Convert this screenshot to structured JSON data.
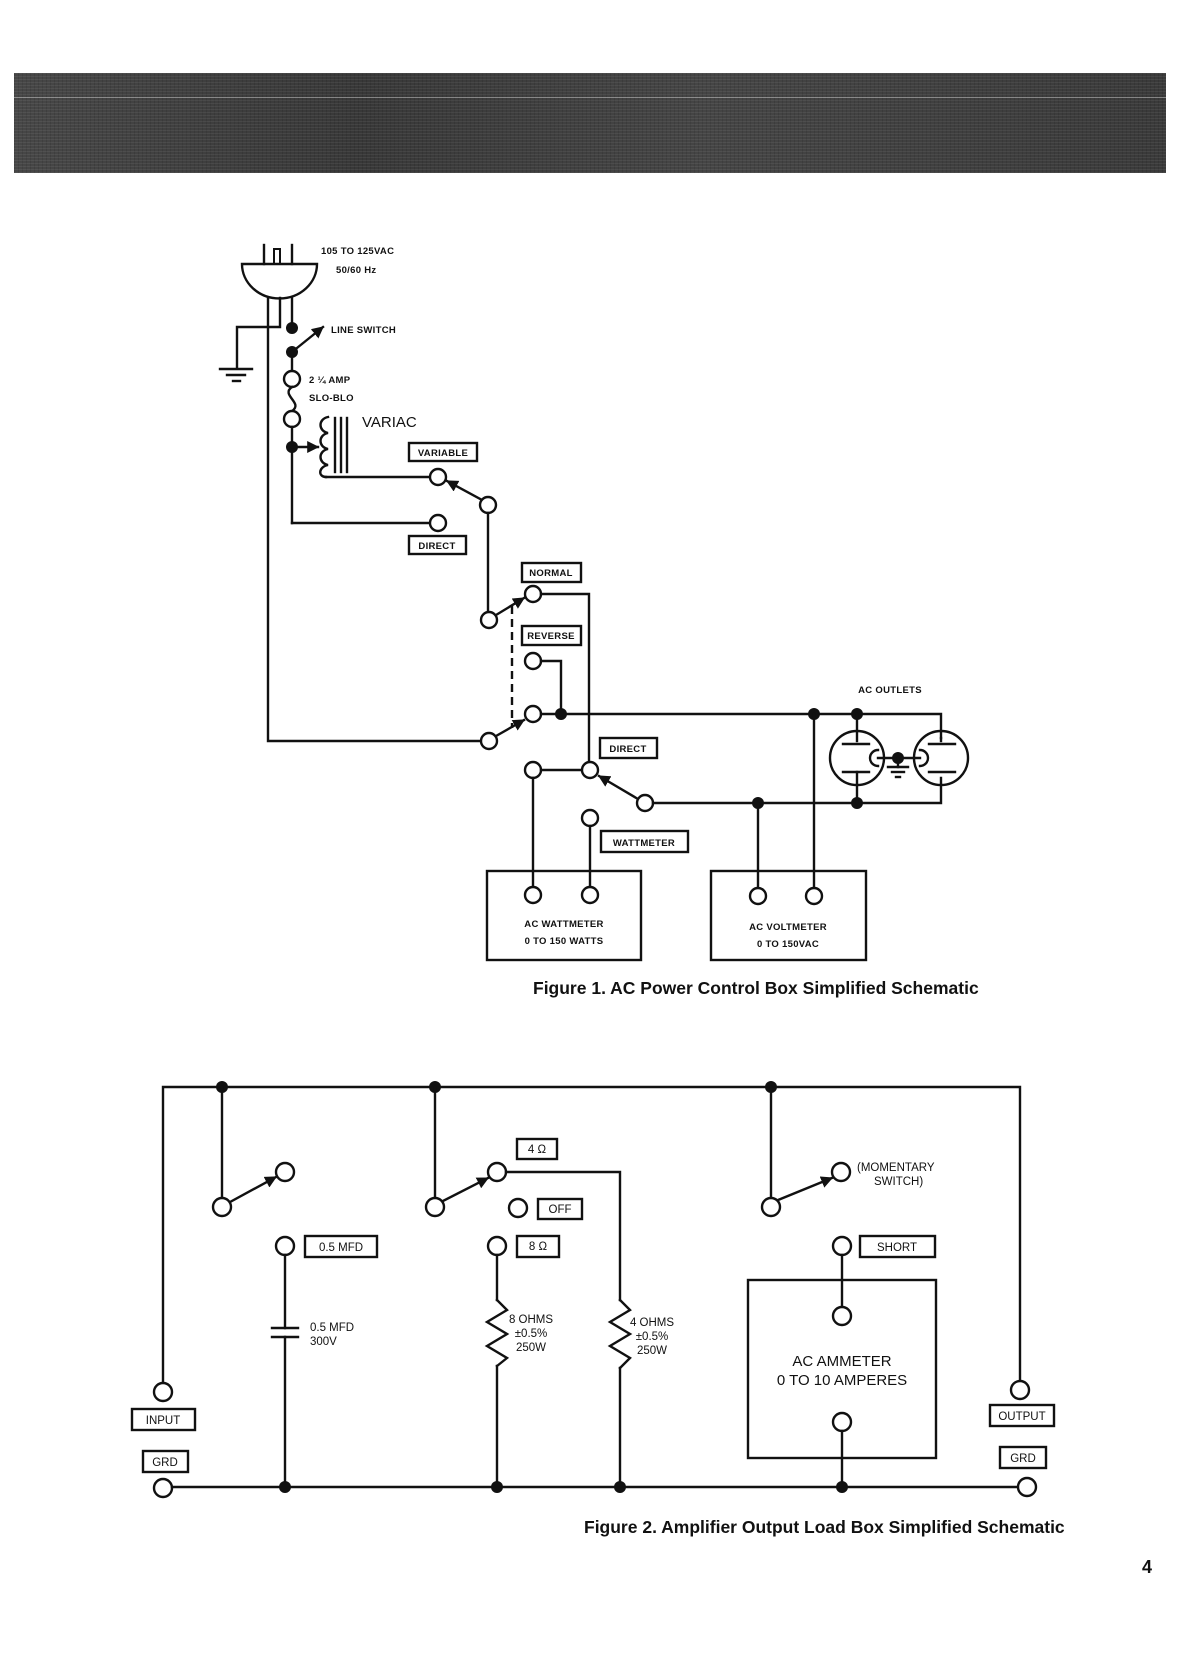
{
  "page": {
    "page_number": "4"
  },
  "figure1": {
    "caption": "Figure 1.  AC Power Control Box Simplified Schematic",
    "plug": {
      "voltage": "105 TO 125VAC",
      "frequency": "50/60 Hz"
    },
    "line_switch": "LINE SWITCH",
    "fuse_rating": "2 ¼ AMP",
    "fuse_type": "SLO-BLO",
    "variac": "VARIAC",
    "labels": {
      "variable": "VARIABLE",
      "direct_upper": "DIRECT",
      "normal": "NORMAL",
      "reverse": "REVERSE",
      "direct_lower": "DIRECT",
      "wattmeter": "WATTMETER",
      "ac_outlets": "AC OUTLETS"
    },
    "wattmeter_box": {
      "line1": "AC WATTMETER",
      "line2": "0 TO 150 WATTS"
    },
    "voltmeter_box": {
      "line1": "AC VOLTMETER",
      "line2": "0 TO 150VAC"
    }
  },
  "figure2": {
    "caption": "Figure 2.  Amplifier Output Load Box Simplified Schematic",
    "labels": {
      "four_ohm": "4 Ω",
      "off": "OFF",
      "eight_ohm": "8 Ω",
      "cap_select": "0.5 MFD",
      "short": "SHORT",
      "momentary_1": "(MOMENTARY",
      "momentary_2": "SWITCH)",
      "input": "INPUT",
      "grd_left": "GRD",
      "output": "OUTPUT",
      "grd_right": "GRD"
    },
    "capacitor": {
      "value": "0.5 MFD",
      "voltage": "300V"
    },
    "resistor_8": {
      "value": "8 OHMS",
      "tolerance": "±0.5%",
      "power": "250W"
    },
    "resistor_4": {
      "value": "4 OHMS",
      "tolerance": "±0.5%",
      "power": "250W"
    },
    "ammeter_box": {
      "line1": "AC AMMETER",
      "line2": "0 TO 10 AMPERES"
    }
  }
}
